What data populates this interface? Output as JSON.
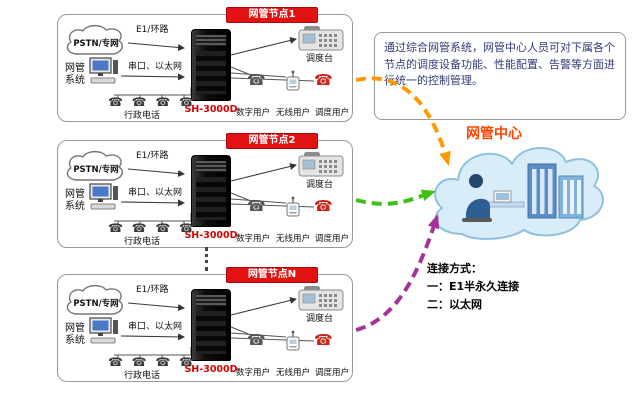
{
  "nodes": [
    {
      "banner": "网管节点1",
      "pstn_cloud": "PSTN/专网",
      "e1_link": "E1/环路",
      "nms": "网管系统",
      "serial_link": "串口、以太网",
      "server_model": "SH-3000D",
      "admin_phones": "行政电话",
      "dispatch_console": "调度台",
      "users": [
        "数字用户",
        "无线用户",
        "调度用户"
      ]
    },
    {
      "banner": "网管节点2",
      "pstn_cloud": "PSTN/专网",
      "e1_link": "E1/环路",
      "nms": "网管系统",
      "serial_link": "串口、以太网",
      "server_model": "SH-3000D",
      "admin_phones": "行政电话",
      "dispatch_console": "调度台",
      "users": [
        "数字用户",
        "无线用户",
        "调度用户"
      ]
    },
    {
      "banner": "网管节点N",
      "pstn_cloud": "PSTN/专网",
      "e1_link": "E1/环路",
      "nms": "网管系统",
      "serial_link": "串口、以太网",
      "server_model": "SH-3000D",
      "admin_phones": "行政电话",
      "dispatch_console": "调度台",
      "users": [
        "数字用户",
        "无线用户",
        "调度用户"
      ]
    }
  ],
  "center": {
    "title": "网管中心",
    "description": "通过综合网管系统，网管中心人员可对下属各个节点的调度设备功能、性能配置、告警等方面进行统一的控制管理。"
  },
  "connection_methods": {
    "title": "连接方式：",
    "method1": "一：E1半永久连接",
    "method2": "二：以太网"
  },
  "icons": {
    "telephone": "☎"
  },
  "colors": {
    "node_banner": "#e31212",
    "server_model_text": "#d60000",
    "center_title": "#ff4400",
    "arrow_node1": "#ff9900",
    "arrow_node2": "#3cc013",
    "arrow_node3": "#a23399",
    "dispatch_user_phone": "#c9271b"
  }
}
